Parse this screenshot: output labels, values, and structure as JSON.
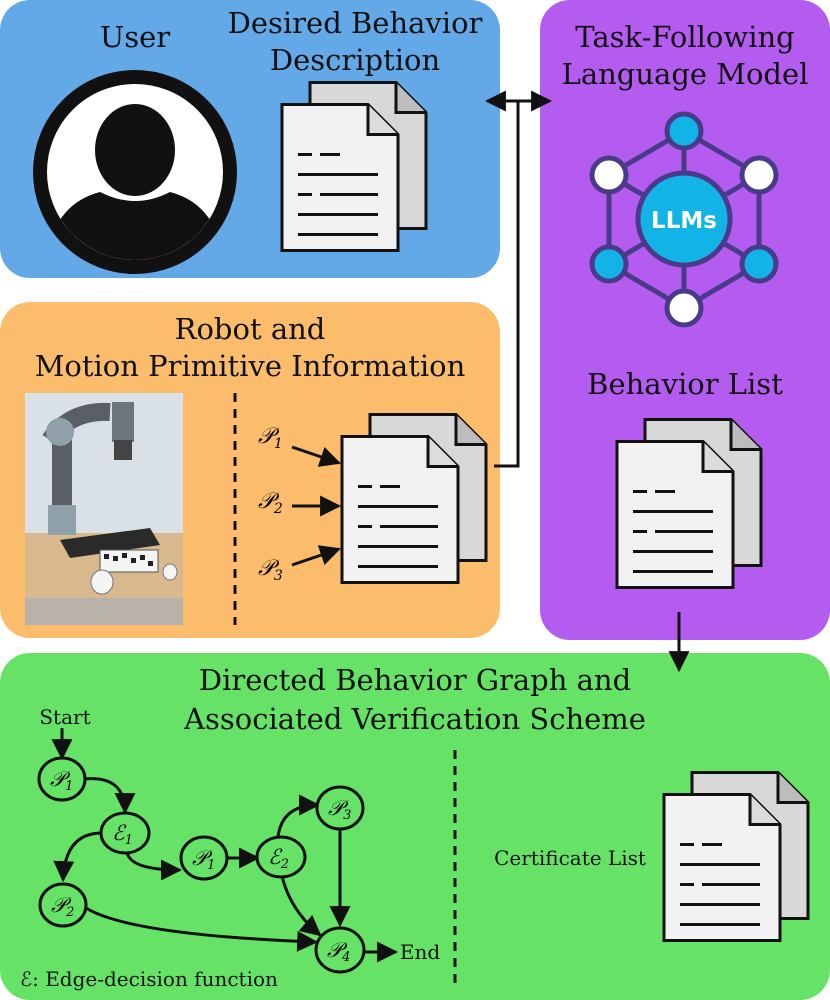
{
  "user_panel": {
    "user_label": "User",
    "desired_behavior_line1": "Desired Behavior",
    "desired_behavior_line2": "Description"
  },
  "robot_panel": {
    "title_line1": "Robot and",
    "title_line2": "Motion Primitive Information",
    "primitives": [
      "P1",
      "P2",
      "P3"
    ]
  },
  "llm_panel": {
    "title_line1": "Task-Following",
    "title_line2": "Language Model",
    "llm_badge": "LLMs",
    "behavior_list_label": "Behavior List"
  },
  "graph_panel": {
    "title_line1": "Directed Behavior Graph and",
    "title_line2": "Associated Verification Scheme",
    "start_label": "Start",
    "end_label": "End",
    "certificate_list_label": "Certificate List",
    "legend_text": "ℰ: Edge-decision function",
    "nodes": [
      "P1",
      "E1",
      "P1",
      "E2",
      "P3",
      "P2",
      "P4"
    ]
  },
  "colors": {
    "user_panel": "#63a9e8",
    "robot_panel": "#fbbd6b",
    "llm_panel": "#b45cf0",
    "graph_panel": "#66e366",
    "llm_node_cyan": "#12b4e8",
    "llm_edge": "#4a3a8a"
  }
}
